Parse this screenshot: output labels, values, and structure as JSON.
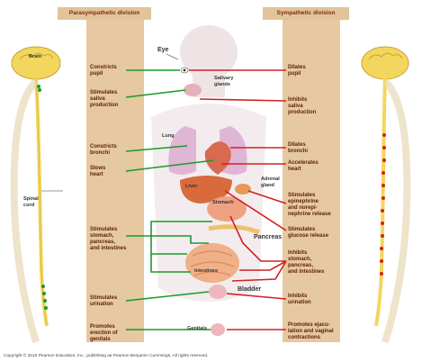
{
  "headers": {
    "parasympathetic": "Parasympathetic division",
    "sympathetic": "Sympathetic division"
  },
  "left_labels": [
    {
      "id": "constricts-pupil",
      "text": "Constricts\npupil"
    },
    {
      "id": "stimulates-saliva",
      "text": "Stimulates\nsaliva\nproduction"
    },
    {
      "id": "constricts-bronchi",
      "text": "Constricts\nbronchi"
    },
    {
      "id": "slows-heart",
      "text": "Slows\nheart"
    },
    {
      "id": "stimulates-digestion",
      "text": "Stimulates\nstomach,\npancreas,\nand intestines"
    },
    {
      "id": "stimulates-urination",
      "text": "Stimulates\nurination"
    },
    {
      "id": "promotes-erection",
      "text": "Promotes\nerection of\ngenitals"
    }
  ],
  "right_labels": [
    {
      "id": "dilates-pupil",
      "text": "Dilates\npupil"
    },
    {
      "id": "inhibits-saliva",
      "text": "Inhibits\nsaliva\nproduction"
    },
    {
      "id": "dilates-bronchi",
      "text": "Dilates\nbronchi"
    },
    {
      "id": "accelerates-heart",
      "text": "Accelerates\nheart"
    },
    {
      "id": "stimulates-epinephrine",
      "text": "Stimulates\nepinephrine\nand norepi-\nnephrine release"
    },
    {
      "id": "stimulates-glucose",
      "text": "Stimulates\nglucose release"
    },
    {
      "id": "inhibits-digestion",
      "text": "Inhibits\nstomach,\npancreas,\nand intestines"
    },
    {
      "id": "inhibits-urination",
      "text": "Inhibits\nurination"
    },
    {
      "id": "promotes-ejaculation",
      "text": "Promotes ejacu-\nlation and vaginal\ncontractions"
    }
  ],
  "organs": {
    "eye": "Eye",
    "salivary": "Salivary\nglands",
    "lung": "Lung",
    "adrenal": "Adrenal\ngland",
    "liver": "Liver",
    "stomach": "Stomach",
    "pancreas": "Pancreas",
    "intestines": "Intestines",
    "bladder": "Bladder",
    "genitals": "Genitals"
  },
  "spine_labels": {
    "brain": "Brain",
    "spinal_cord": "Spinal\ncord"
  },
  "footer": "Copyright © 2010 Pearson Education, Inc., publishing as Pearson Benjamin Cummings. All rights reserved.",
  "colors": {
    "parasympathetic": "#1a9a2a",
    "sympathetic": "#d42020",
    "panel": "#e6c9a0",
    "header": "#e2c49a",
    "spine": "#f3d65a"
  }
}
